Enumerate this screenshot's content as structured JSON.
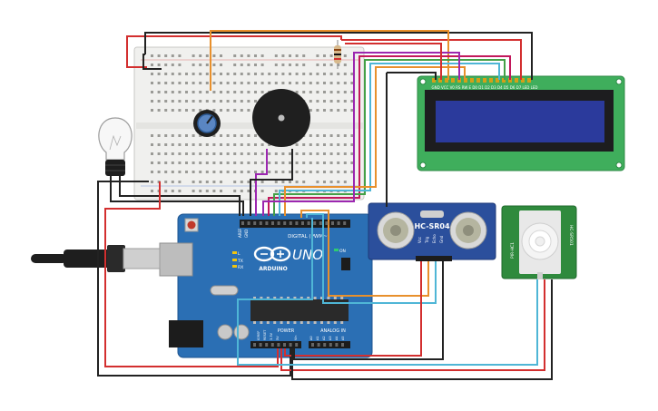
{
  "arduino": {
    "logo_text": "UNO",
    "brand_text": "ARDUINO",
    "digital_label": "DIGITAL (PWM~)",
    "power_label": "POWER",
    "analog_label": "ANALOG IN",
    "aref_label": "AREF",
    "gnd_label": "GND",
    "tx_label": "TX",
    "rx_label": "RX",
    "l_label": "L",
    "on_label": "ON",
    "ioref_label": "IOREF",
    "reset_label": "RESET",
    "v33_label": "3.3V",
    "v5_label": "5V",
    "vin_label": "Vin",
    "a0_label": "A0",
    "a1_label": "A1",
    "a2_label": "A2",
    "a3_label": "A3",
    "a4_label": "A4",
    "a5_label": "A5"
  },
  "ultrasonic": {
    "model": "HC-SR04",
    "pin_vcc": "Vcc",
    "pin_trig": "Trig",
    "pin_echo": "Echo",
    "pin_gnd": "Gnd"
  },
  "pir": {
    "label_left": "PIR-HC1",
    "label_right": "HC-SR501"
  },
  "lcd": {
    "header_labels": "GND VCC V0 RS RW E D0 D1 D2 D3 D4 D5 D6 D7 LED LED"
  },
  "colors": {
    "red": "#d32f2f",
    "black": "#222222",
    "orange": "#e8902c",
    "purple": "#9c27b0",
    "cyan": "#4fb6d6",
    "green": "#43a047",
    "magenta": "#c2185b",
    "board_blue": "#2b6fb4",
    "lcd_green": "#3fae5c",
    "lcd_screen": "#2b3a9c"
  }
}
